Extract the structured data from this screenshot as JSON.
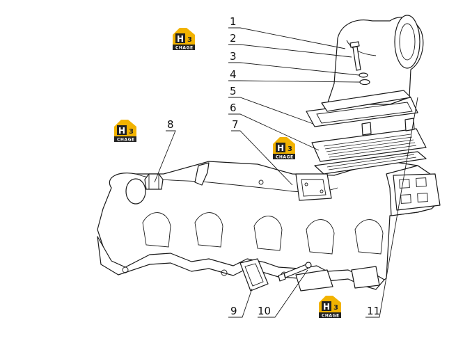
{
  "diagram": {
    "callouts": [
      {
        "id": "1",
        "label": "1"
      },
      {
        "id": "2",
        "label": "2"
      },
      {
        "id": "3",
        "label": "3"
      },
      {
        "id": "4",
        "label": "4"
      },
      {
        "id": "5",
        "label": "5"
      },
      {
        "id": "6",
        "label": "6"
      },
      {
        "id": "7",
        "label": "7"
      },
      {
        "id": "8",
        "label": "8"
      },
      {
        "id": "9",
        "label": "9"
      },
      {
        "id": "10",
        "label": "10"
      },
      {
        "id": "11",
        "label": "11"
      }
    ],
    "watermark": {
      "letter": "H",
      "number": "3",
      "caption": "CHAGE",
      "colors": {
        "yellow": "#f2b300",
        "dark": "#222222"
      }
    }
  }
}
